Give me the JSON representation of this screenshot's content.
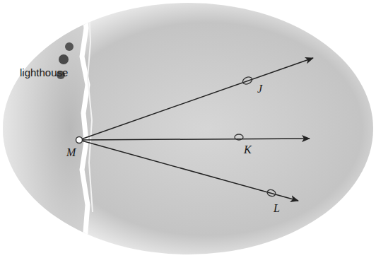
{
  "diagram": {
    "labels": [
      "lighthouse",
      "M",
      "J",
      "K",
      "L"
    ]
  }
}
